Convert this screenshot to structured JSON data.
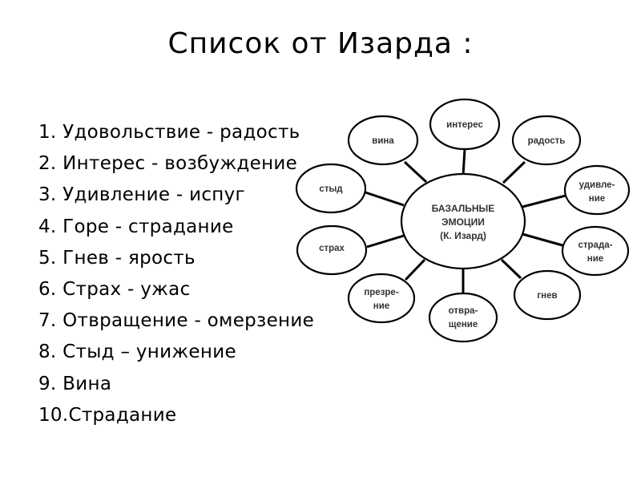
{
  "title": "Список от Изарда :",
  "list": [
    "1. Удовольствие - радость",
    "2. Интерес - возбуждение",
    "3. Удивление - испуг",
    "4. Горе - страдание",
    "5. Гнев - ярость",
    "6. Страх - ужас",
    "7. Отвращение - омерзение",
    "8. Стыд – унижение",
    "9. Вина",
    "10.Страдание"
  ],
  "diagram": {
    "center": [
      "БАЗАЛЬНЫЕ",
      "ЭМОЦИИ",
      "(К. Изард)"
    ],
    "nodes": [
      {
        "id": "interes",
        "lines": [
          "интерес"
        ]
      },
      {
        "id": "radost",
        "lines": [
          "радость"
        ]
      },
      {
        "id": "udivlenie",
        "lines": [
          "удивле-",
          "ние"
        ]
      },
      {
        "id": "stradanie",
        "lines": [
          "страда-",
          "ние"
        ]
      },
      {
        "id": "gnev",
        "lines": [
          "гнев"
        ]
      },
      {
        "id": "otvrashchenie",
        "lines": [
          "отвра-",
          "щение"
        ]
      },
      {
        "id": "prezrenie",
        "lines": [
          "презре-",
          "ние"
        ]
      },
      {
        "id": "strakh",
        "lines": [
          "страх"
        ]
      },
      {
        "id": "styd",
        "lines": [
          "стыд"
        ]
      },
      {
        "id": "vina",
        "lines": [
          "вина"
        ]
      }
    ]
  }
}
